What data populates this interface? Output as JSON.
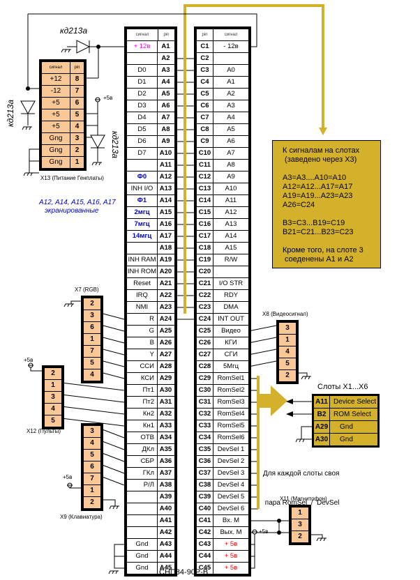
{
  "main_connector": {
    "title": "СНП34-90Р-В",
    "left_header": {
      "signal": "сигнал",
      "pin": "pin"
    },
    "right_header": {
      "pin": "pin",
      "signal": "сигнал"
    },
    "left_rows": [
      {
        "pin": "A1",
        "signal": "+ 12в",
        "style": "mag"
      },
      {
        "pin": "A2",
        "signal": ""
      },
      {
        "pin": "A3",
        "signal": "D0"
      },
      {
        "pin": "A4",
        "signal": "D1"
      },
      {
        "pin": "A5",
        "signal": "D2"
      },
      {
        "pin": "A6",
        "signal": "D3"
      },
      {
        "pin": "A7",
        "signal": "D4"
      },
      {
        "pin": "A8",
        "signal": "D5"
      },
      {
        "pin": "A9",
        "signal": "D6"
      },
      {
        "pin": "A10",
        "signal": "D7"
      },
      {
        "pin": "A11",
        "signal": ""
      },
      {
        "pin": "A12",
        "signal": "Ф0",
        "style": "blue"
      },
      {
        "pin": "A13",
        "signal": "INH I/O"
      },
      {
        "pin": "A14",
        "signal": "Ф1",
        "style": "blue"
      },
      {
        "pin": "A15",
        "signal": "2мгц",
        "style": "blue"
      },
      {
        "pin": "A16",
        "signal": "7мгц",
        "style": "blue"
      },
      {
        "pin": "A17",
        "signal": "14мгц",
        "style": "blue"
      },
      {
        "pin": "A18",
        "signal": ""
      },
      {
        "pin": "A19",
        "signal": "INH RAM"
      },
      {
        "pin": "A20",
        "signal": "INH ROM"
      },
      {
        "pin": "A21",
        "signal": "Reset"
      },
      {
        "pin": "A22",
        "signal": "IRQ"
      },
      {
        "pin": "A23",
        "signal": "NMI"
      },
      {
        "pin": "A24",
        "signal": "R"
      },
      {
        "pin": "A25",
        "signal": "G"
      },
      {
        "pin": "A26",
        "signal": "B"
      },
      {
        "pin": "A27",
        "signal": "Y"
      },
      {
        "pin": "A28",
        "signal": "ССИ"
      },
      {
        "pin": "A29",
        "signal": "КСИ"
      },
      {
        "pin": "A30",
        "signal": "Пт1"
      },
      {
        "pin": "A31",
        "signal": "Пт2"
      },
      {
        "pin": "A32",
        "signal": "Кн2"
      },
      {
        "pin": "A33",
        "signal": "Кн1"
      },
      {
        "pin": "A34",
        "signal": "ОТВ"
      },
      {
        "pin": "A35",
        "signal": "ДКл"
      },
      {
        "pin": "A36",
        "signal": "СБР"
      },
      {
        "pin": "A37",
        "signal": "ГКл"
      },
      {
        "pin": "A38",
        "signal": "Р/Л"
      },
      {
        "pin": "A39",
        "signal": ""
      },
      {
        "pin": "A40",
        "signal": ""
      },
      {
        "pin": "A41",
        "signal": ""
      },
      {
        "pin": "A42",
        "signal": ""
      },
      {
        "pin": "A43",
        "signal": "Gnd"
      },
      {
        "pin": "A44",
        "signal": "Gnd"
      },
      {
        "pin": "A45",
        "signal": "Gnd"
      }
    ],
    "right_rows": [
      {
        "pin": "C1",
        "signal": "- 12в"
      },
      {
        "pin": "C2",
        "signal": ""
      },
      {
        "pin": "C3",
        "signal": "A0"
      },
      {
        "pin": "C4",
        "signal": "A1"
      },
      {
        "pin": "C5",
        "signal": "A2"
      },
      {
        "pin": "C6",
        "signal": "A3"
      },
      {
        "pin": "C7",
        "signal": "A4"
      },
      {
        "pin": "C8",
        "signal": "A5"
      },
      {
        "pin": "C9",
        "signal": "A6"
      },
      {
        "pin": "C10",
        "signal": "A7"
      },
      {
        "pin": "C11",
        "signal": "A8"
      },
      {
        "pin": "C12",
        "signal": "A9"
      },
      {
        "pin": "C13",
        "signal": "A10"
      },
      {
        "pin": "C14",
        "signal": "A11"
      },
      {
        "pin": "C15",
        "signal": "A12"
      },
      {
        "pin": "C16",
        "signal": "A13"
      },
      {
        "pin": "C17",
        "signal": "A14"
      },
      {
        "pin": "C18",
        "signal": "A15"
      },
      {
        "pin": "C19",
        "signal": "R/W"
      },
      {
        "pin": "C20",
        "signal": ""
      },
      {
        "pin": "C21",
        "signal": "I/O STR"
      },
      {
        "pin": "C22",
        "signal": "RDY"
      },
      {
        "pin": "C23",
        "signal": "DMA"
      },
      {
        "pin": "C24",
        "signal": "INT OUT"
      },
      {
        "pin": "C25",
        "signal": "Видео"
      },
      {
        "pin": "C26",
        "signal": "КГИ"
      },
      {
        "pin": "C27",
        "signal": "СГИ"
      },
      {
        "pin": "C28",
        "signal": "5Мгц"
      },
      {
        "pin": "C29",
        "signal": "RomSel1"
      },
      {
        "pin": "C30",
        "signal": "RomSel2"
      },
      {
        "pin": "C31",
        "signal": "RomSel3"
      },
      {
        "pin": "C32",
        "signal": "RomSel4"
      },
      {
        "pin": "C33",
        "signal": "RomSel5"
      },
      {
        "pin": "C34",
        "signal": "RomSel6"
      },
      {
        "pin": "C35",
        "signal": "DevSel 1"
      },
      {
        "pin": "C36",
        "signal": "DevSel 2"
      },
      {
        "pin": "C37",
        "signal": "DevSel 3"
      },
      {
        "pin": "C38",
        "signal": "DevSel 4"
      },
      {
        "pin": "C39",
        "signal": "DevSel 5"
      },
      {
        "pin": "C40",
        "signal": "DevSel 6"
      },
      {
        "pin": "C41",
        "signal": "Вх. М"
      },
      {
        "pin": "C42",
        "signal": "Вых. М"
      },
      {
        "pin": "C43",
        "signal": "+ 5в",
        "style": "red"
      },
      {
        "pin": "C44",
        "signal": "+ 5в",
        "style": "red"
      },
      {
        "pin": "C45",
        "signal": "+ 5в",
        "style": "red"
      }
    ]
  },
  "x13": {
    "label": "X13 (Питание Генплаты)",
    "header": {
      "signal": "сигнал",
      "pin": "pin"
    },
    "rows": [
      {
        "signal": "+12",
        "pin": "8"
      },
      {
        "signal": "-12",
        "pin": "7"
      },
      {
        "signal": "+5",
        "pin": "6"
      },
      {
        "signal": "+5",
        "pin": "5"
      },
      {
        "signal": "+5",
        "pin": "4"
      },
      {
        "signal": "Gng",
        "pin": "3"
      },
      {
        "signal": "Gng",
        "pin": "2"
      },
      {
        "signal": "Gng",
        "pin": "1"
      }
    ]
  },
  "diodes": {
    "top": "кд213а",
    "left": "кд213а",
    "right": "кд213а"
  },
  "power_labels": {
    "plus5": "+5в"
  },
  "shielded_note": {
    "line1": "A12, A14, A15, A16, A17",
    "line2": "экранированные"
  },
  "x7": {
    "label": "X7 (RGB)",
    "pins": [
      "2",
      "3",
      "6",
      "1",
      "7",
      "5",
      "4"
    ]
  },
  "x12": {
    "label": "X12 (Пульты)",
    "pins": [
      "2",
      "1",
      "3",
      "4",
      "5"
    ]
  },
  "x9": {
    "label": "X9 (Клавиатура)",
    "pins": [
      "3",
      "4",
      "5",
      "6",
      "7",
      "1",
      "2"
    ]
  },
  "x8": {
    "label": "X8 (Видеосигнал)",
    "pins": [
      "3",
      "1",
      "4",
      "5",
      "2"
    ]
  },
  "x11": {
    "label": "X11 (Магнитофон)",
    "pins": [
      "1",
      "3",
      "2"
    ]
  },
  "slot_note": {
    "lines": [
      "К сигналам на слотах",
      " (заведено через X3)",
      "",
      "A3=A3....A10=A10",
      "A12=A12...A17=A17",
      "A19=A19...A23=A23",
      "A26=C24",
      "",
      "B3=C3...B19=C19",
      "B21=C21...B23=C23",
      "",
      "Кроме того, на слоте 3",
      " соеденены A1 и A2"
    ]
  },
  "slots": {
    "title": "Слоты X1...X6",
    "rows": [
      {
        "pin": "A11",
        "signal": "Device Select"
      },
      {
        "pin": "B2",
        "signal": "ROM Select"
      },
      {
        "pin": "A29",
        "signal": "Gnd"
      },
      {
        "pin": "A30",
        "signal": "Gnd"
      }
    ]
  },
  "pair_note": {
    "line1": "Для каждой слоты своя",
    "line2": " пара RomSel  /  DevSel"
  },
  "colors": {
    "gold": "#d4b12a",
    "peach": "#fac896",
    "blue": "#0000cc",
    "magenta": "#ff00ff",
    "red": "#ff0000"
  }
}
